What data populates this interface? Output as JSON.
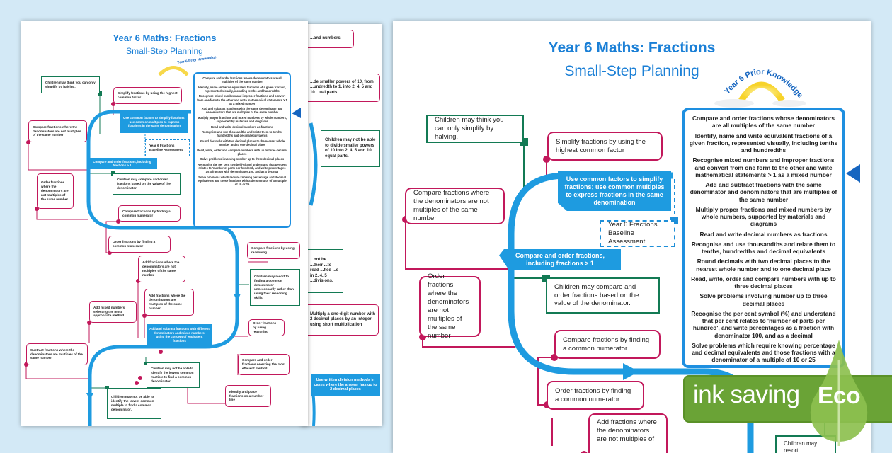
{
  "document": {
    "title": "Year 6 Maths: Fractions",
    "subtitle": "Small-Step Planning",
    "prior_knowledge_heading": "Year 6 Prior Knowledge",
    "prior_knowledge": [
      "Compare and order fractions whose denominators are all multiples of the same number",
      "Identify, name and write equivalent fractions of a given fraction, represented visually, including tenths and hundredths",
      "Recognise mixed numbers and improper fractions and convert from one form to the other and write mathematical statements > 1 as a mixed number",
      "Add and subtract fractions with the same denominator and denominators that are multiples of the same number",
      "Multiply proper fractions and mixed numbers by whole numbers, supported by materials and diagrams",
      "Read and write decimal numbers as fractions",
      "Recognise and use thousandths and relate them to tenths, hundredths and decimal equivalents",
      "Round decimals with two decimal places to the nearest whole number and to one decimal place",
      "Read, write, order and compare numbers with up to three decimal places",
      "Solve problems involving number up to three decimal places",
      "Recognise the per cent symbol (%) and understand that per cent relates to 'number of parts per hundred', and write percentages as a fraction with denominator 100, and as a decimal",
      "Solve problems which require knowing percentage and decimal equivalents and those fractions with a denominator of a multiple of 10 or 25"
    ],
    "steps": {
      "halving": "Children may think you can only simplify by halving.",
      "simplify_hcf": "Simplify fractions by using the highest common factor",
      "compare_not_multiples": "Compare fractions where the denominators are not multiples of the same number",
      "banner_common_factors": "Use common factors to simplify fractions; use common multiples to express fractions in the same denomination",
      "baseline": "Year 6 Fractions Baseline Assessment",
      "banner_compare_order": "Compare and order fractions, including fractions > 1",
      "misconception_denominator": "Children may compare and order fractions based on the value of the denominator.",
      "order_not_multiples": "Order fractions where the denominators are not multiples of the same number",
      "compare_common_numerator": "Compare fractions by finding a common numerator",
      "order_common_numerator": "Order fractions by finding a common numerator",
      "add_not_multiples": "Add fractions where the denominators are not multiples of the same number",
      "add_not_multiples_partial": "Add fractions where the denominators are not multiples of",
      "add_multiples": "Add fractions where the denominators are multiples of the same number",
      "add_mixed": "Add mixed numbers selecting the most appropriate method",
      "banner_add_subtract": "Add and subtract fractions with different denominators and mixed numbers, using the concept of equivalent fractions",
      "subtract_multiples": "Subtract fractions where the denominators are multiples of the same number",
      "misconception_lcm": "Children may not be able to identify the lowest common multiple to find a common denominator.",
      "compare_reasoning": "Compare fractions by using reasoning",
      "misconception_resort": "Children may resort to finding a common denominator unnecessarily rather than using their reasoning skills.",
      "misconception_resort_partial": "Children may resort",
      "order_reasoning": "Order fractions by using reasoning",
      "compare_order_efficient": "Compare and order fractions selecting the most efficient method",
      "number_line": "Identify and place fractions on a number line"
    },
    "page2": {
      "numbers": "...and numbers.",
      "powers": "...de smaller powers of 10, from ...undredth to 1, into 2, 4, 5 and 10 ...ual parts",
      "divide_misconception": "Children may not be able to divide smaller powers of 10 into 2, 4, 5 and 10 equal parts.",
      "read_misconception": "...not be ...their ...to read ...fied ...e in 2, 4, 5 ...divisions.",
      "multiply": "Multiply a one-digit number with 2 decimal places by an integer using short multiplication",
      "banner_division": "Use written division methods in cases where the answer has up to 2 decimal places"
    }
  },
  "badge": {
    "text": "ink saving",
    "eco": "Eco"
  },
  "colors": {
    "accent_blue": "#1e9be0",
    "step_pink": "#c2185b",
    "note_green": "#137a54",
    "eco_green": "#6aa336"
  }
}
